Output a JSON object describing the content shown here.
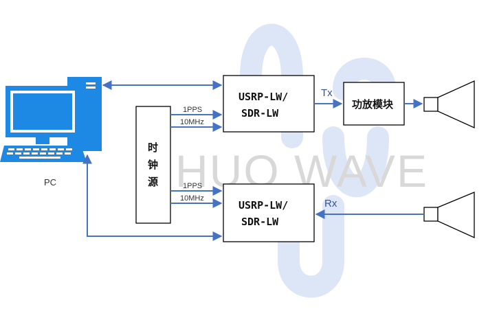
{
  "watermark": {
    "text": "HUO WAVE"
  },
  "pc": {
    "label": "PC",
    "icon": "desktop-computer-icon"
  },
  "clock": {
    "label_line1": "时",
    "label_line2": "钟",
    "label_line3": "源"
  },
  "tx_usrp": {
    "line1": "USRP-LW/",
    "line2": "SDR-LW"
  },
  "rx_usrp": {
    "line1": "USRP-LW/",
    "line2": "SDR-LW"
  },
  "amp": {
    "label": "功放模块"
  },
  "signals": {
    "tx_pps": "1PPS",
    "tx_10mhz": "10MHz",
    "rx_pps": "1PPS",
    "rx_10mhz": "10MHz",
    "tx": "Tx",
    "rx": "Rx"
  },
  "colors": {
    "line": "#4472c4",
    "pc": "#1e88e5",
    "watermark": "#dce6f7"
  }
}
